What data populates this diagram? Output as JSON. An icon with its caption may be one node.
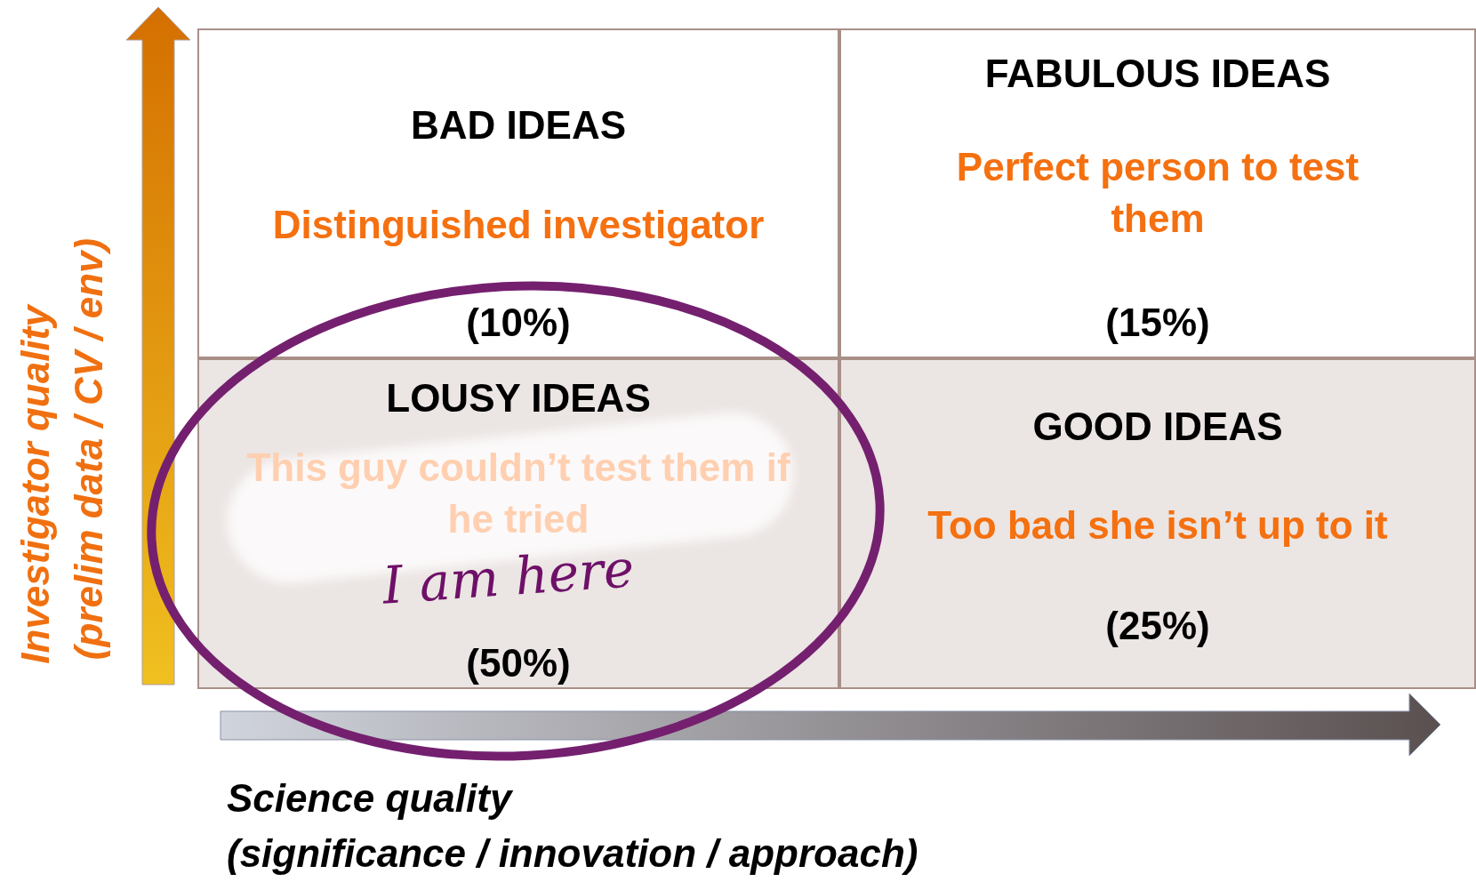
{
  "diagram": {
    "nodes": [
      {
        "text": [
          "BAD IDEAS",
          "Distinguished investigator",
          "(10%)"
        ]
      },
      {
        "text": [
          "FABULOUS IDEAS",
          "Perfect person to test them",
          "(15%)"
        ]
      },
      {
        "text": [
          "LOUSY IDEAS",
          "This guy couldn’t test them if he tried",
          "(50%)"
        ]
      },
      {
        "text": [
          "GOOD IDEAS",
          "Too bad she isn’t up to it",
          "(25%)"
        ]
      }
    ],
    "edges": [],
    "labels": [
      "Investigator quality",
      "(prelim data / CV / env)",
      "I am here",
      "Science quality",
      "(significance / innovation / approach)"
    ]
  }
}
